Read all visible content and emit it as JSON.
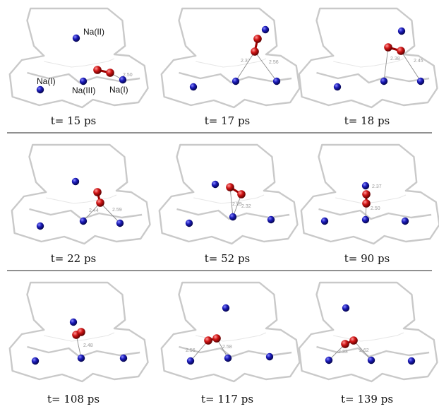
{
  "panels": [
    {
      "caption": "t= 15 ps",
      "labels": [
        "Na(II)",
        "Na(I)",
        "Na(III)",
        "Na(I)"
      ],
      "distances": [
        "2.50"
      ]
    },
    {
      "caption": "t= 17 ps",
      "labels": [],
      "distances": [
        "2.37",
        "2.56"
      ]
    },
    {
      "caption": "t= 18 ps",
      "labels": [],
      "distances": [
        "2.38",
        "2.45"
      ]
    },
    {
      "caption": "t= 22 ps",
      "labels": [],
      "distances": [
        "2.44",
        "2.59"
      ]
    },
    {
      "caption": "t= 52 ps",
      "labels": [],
      "distances": [
        "2.59",
        "2.32"
      ]
    },
    {
      "caption": "t= 90 ps",
      "labels": [],
      "distances": [
        "2.37",
        "2.50"
      ]
    },
    {
      "caption": "t= 108 ps",
      "labels": [],
      "distances": [
        "2.48"
      ]
    },
    {
      "caption": "t= 117 ps",
      "labels": [],
      "distances": [
        "2.56",
        "2.58"
      ]
    },
    {
      "caption": "t= 139 ps",
      "labels": [],
      "distances": [
        "2.33",
        "2.62"
      ]
    }
  ],
  "colors": {
    "sodium": "#1a1ab8",
    "oxygen": "#d01414",
    "framework": "#c9c9c9",
    "bond": "#8c8c8c"
  }
}
